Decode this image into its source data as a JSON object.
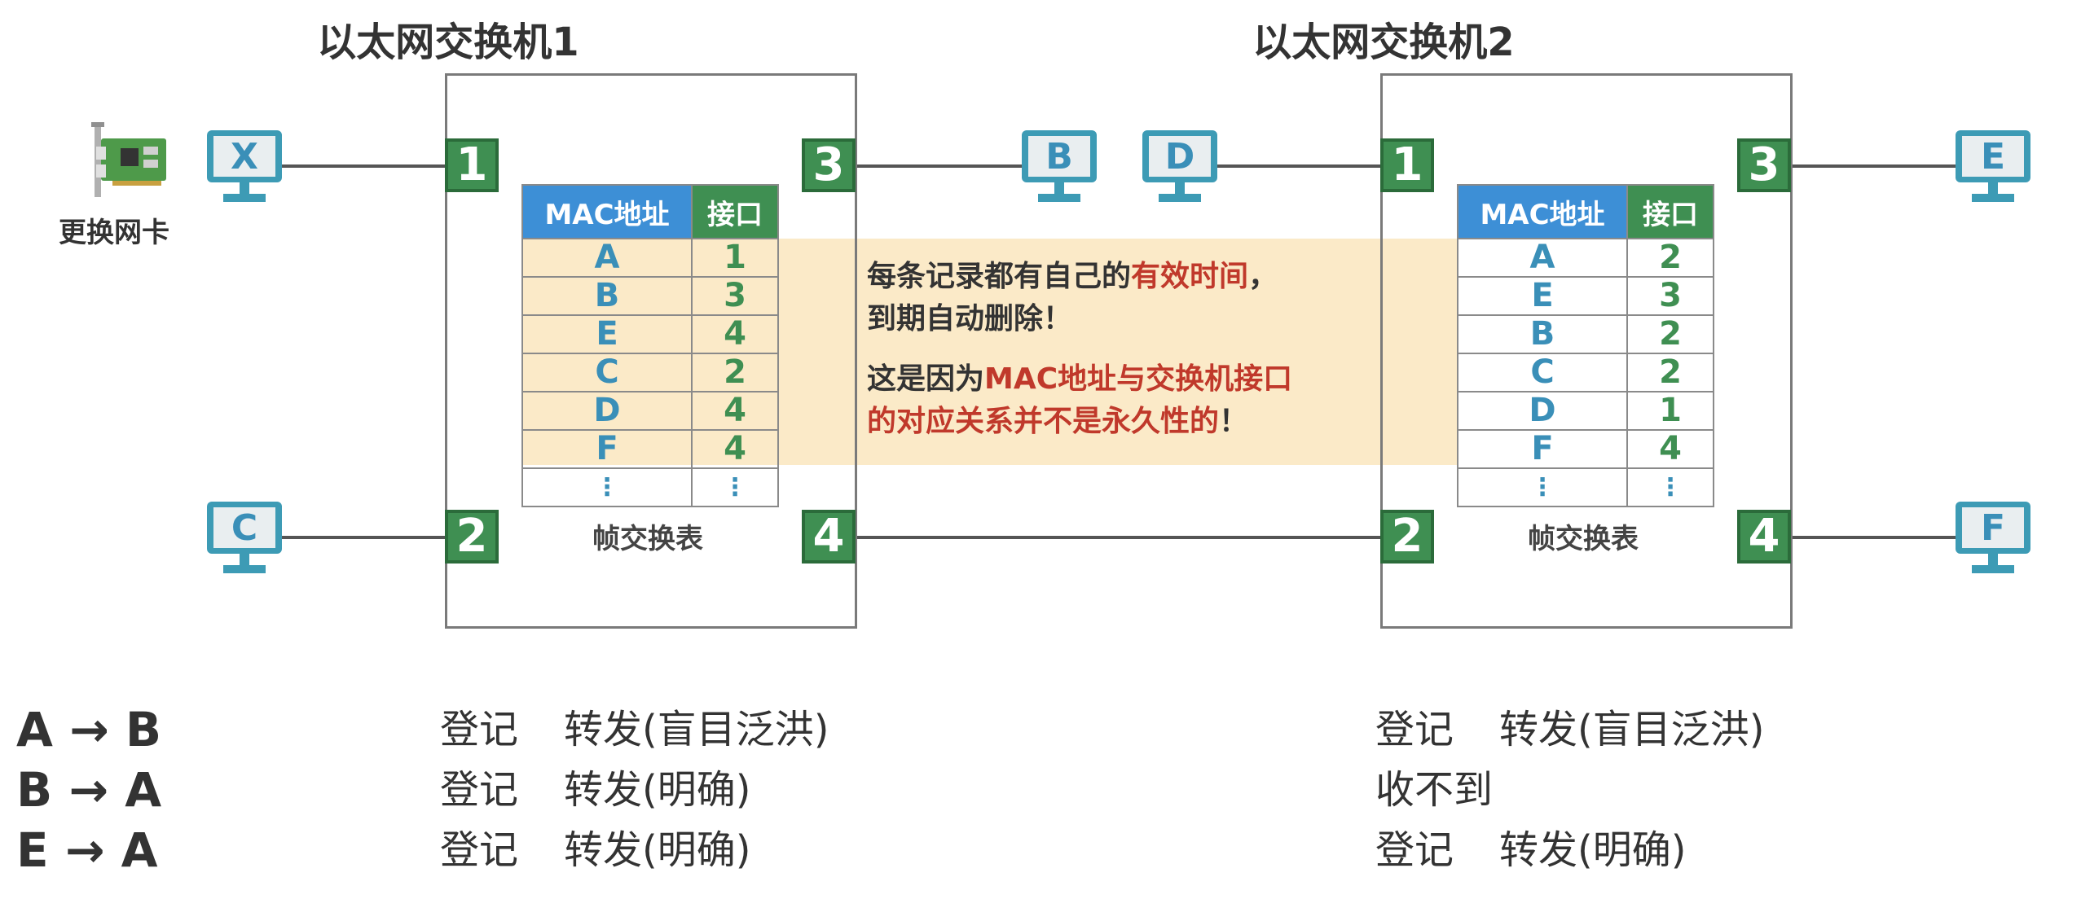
{
  "switches": [
    {
      "title": "以太网交换机1",
      "ports": [
        "1",
        "2",
        "3",
        "4"
      ],
      "table": {
        "headers": [
          "MAC地址",
          "接口"
        ],
        "rows": [
          [
            "A",
            "1"
          ],
          [
            "B",
            "3"
          ],
          [
            "E",
            "4"
          ],
          [
            "C",
            "2"
          ],
          [
            "D",
            "4"
          ],
          [
            "F",
            "4"
          ]
        ],
        "ellipsis": "⋮",
        "caption": "帧交换表"
      }
    },
    {
      "title": "以太网交换机2",
      "ports": [
        "1",
        "2",
        "3",
        "4"
      ],
      "table": {
        "headers": [
          "MAC地址",
          "接口"
        ],
        "rows": [
          [
            "A",
            "2"
          ],
          [
            "E",
            "3"
          ],
          [
            "B",
            "2"
          ],
          [
            "C",
            "2"
          ],
          [
            "D",
            "1"
          ],
          [
            "F",
            "4"
          ]
        ],
        "ellipsis": "⋮",
        "caption": "帧交换表"
      }
    }
  ],
  "hosts": {
    "X": "X",
    "C": "C",
    "B": "B",
    "D": "D",
    "E": "E",
    "F": "F"
  },
  "nic_label": "更换网卡",
  "note": {
    "line1_a": "每条记录都有自己的",
    "line1_red": "有效时间",
    "line1_b": "，",
    "line2": "到期自动删除！",
    "line3_a": "这是因为",
    "line3_red": "MAC地址与交换机接口",
    "line4_red": "的对应关系并不是永久性的",
    "line4_b": "！"
  },
  "flows": [
    {
      "label": "A → B",
      "sw1_a": "登记",
      "sw1_b": "转发(盲目泛洪)",
      "sw2_a": "登记",
      "sw2_b": "转发(盲目泛洪)"
    },
    {
      "label": "B → A",
      "sw1_a": "登记",
      "sw1_b": "转发(明确)",
      "sw2_a": "收不到",
      "sw2_b": ""
    },
    {
      "label": "E → A",
      "sw1_a": "登记",
      "sw1_b": "转发(明确)",
      "sw2_a": "登记",
      "sw2_b": "转发(明确)"
    }
  ],
  "colors": {
    "port_green": "#3f8f52",
    "header_blue": "#3d8fd6",
    "mac_text": "#3a8fb8",
    "highlight": "#fbe8c2",
    "red_text": "#c0392b",
    "monitor": "#3d9bb5"
  }
}
